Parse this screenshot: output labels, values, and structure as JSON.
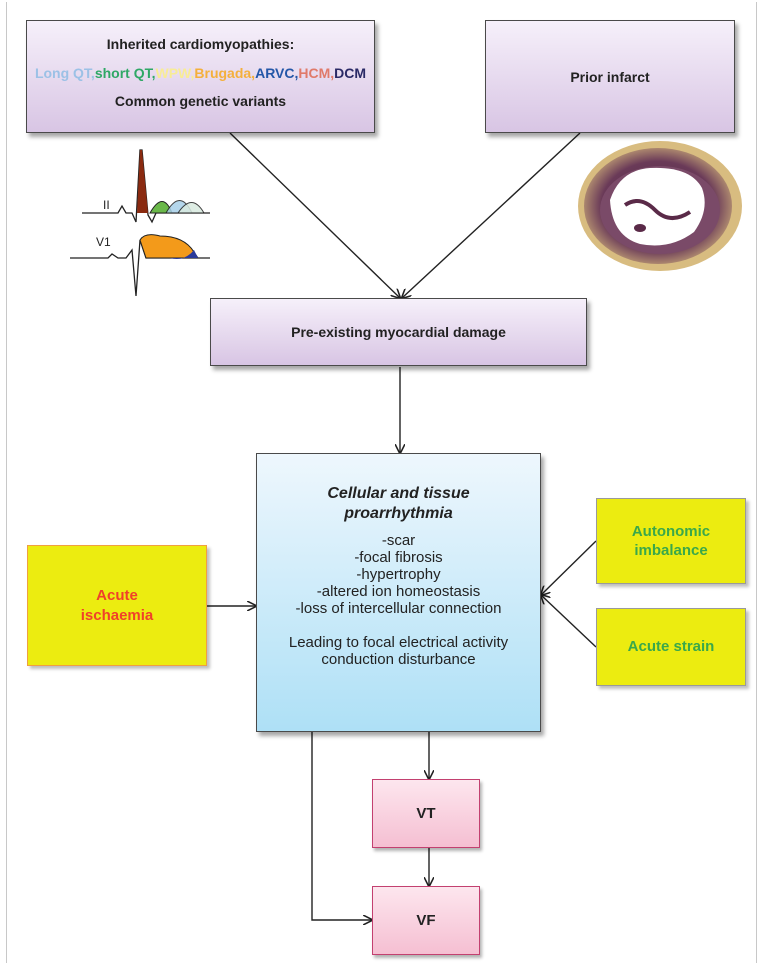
{
  "inherited": {
    "title": "Inherited cardiomyopathies:",
    "variants": [
      {
        "text": "Long QT,",
        "color": "#9cc1e6"
      },
      {
        "text": "short QT,",
        "color": "#2fa866"
      },
      {
        "text": "WPW,",
        "color": "#f8ec96"
      },
      {
        "text": "Brugada,",
        "color": "#f4b03c"
      },
      {
        "text": "ARVC,",
        "color": "#2457a8"
      },
      {
        "text": "HCM,",
        "color": "#e07a6a"
      },
      {
        "text": "DCM",
        "color": "#2a2a66"
      }
    ],
    "subtitle": "Common genetic variants"
  },
  "prior_infarct": "Prior infarct",
  "ecg": {
    "lead_ii": "II",
    "lead_v1": "V1"
  },
  "preexisting": "Pre-existing myocardial damage",
  "cellular": {
    "title_line1": "Cellular and tissue",
    "title_line2": "proarrhythmia",
    "items": [
      "-scar",
      "-focal fibrosis",
      "-hypertrophy",
      "-altered ion homeostasis",
      "-loss of intercellular connection"
    ],
    "leading_line1": "Leading to focal electrical activity",
    "leading_line2": "conduction disturbance"
  },
  "acute_ischaemia": {
    "line1": "Acute",
    "line2": "ischaemia"
  },
  "autonomic": {
    "line1": "Autonomic",
    "line2": "imbalance"
  },
  "acute_strain": "Acute strain",
  "vt": "VT",
  "vf": "VF"
}
